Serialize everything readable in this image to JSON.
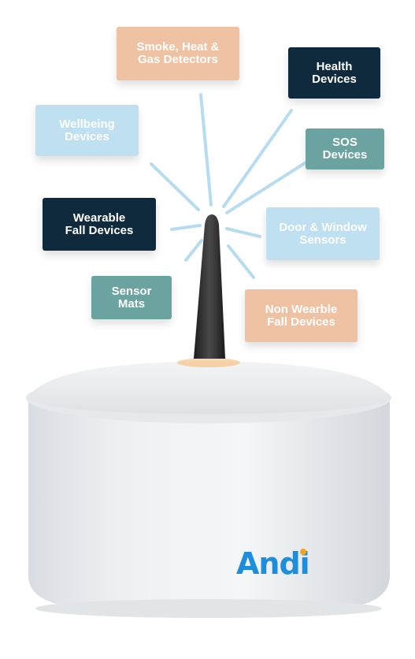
{
  "labels": {
    "smoke": "Smoke, Heat &\nGas Detectors",
    "health": "Health\nDevices",
    "wellbeing": "Wellbeing\nDevices",
    "sos": "SOS\nDevices",
    "wearable": "Wearable\nFall Devices",
    "door": "Door & Window\nSensors",
    "mats": "Sensor\nMats",
    "nonwear": "Non Wearble\nFall Devices"
  },
  "brand": {
    "name": "Andi"
  },
  "colors": {
    "peach": "#f0c2a4",
    "navy": "#0e2a3c",
    "sky": "#bfe0f0",
    "teal": "#6aa3a0",
    "signal_lines": "#b8dcef",
    "brand_blue": "#1e8ddc",
    "brand_dot": "#f2a51a"
  },
  "icons": [
    "hub-device-image",
    "antenna-icon",
    "signal-rays"
  ]
}
